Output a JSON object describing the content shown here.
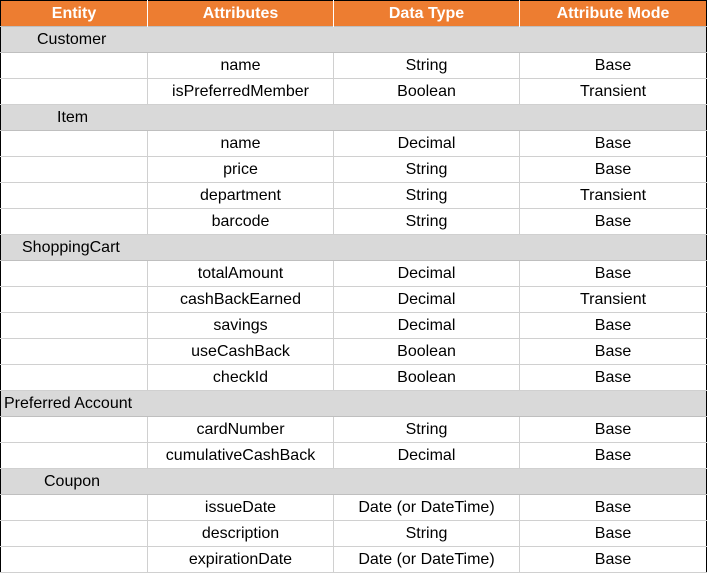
{
  "columns": [
    "Entity",
    "Attributes",
    "Data Type",
    "Attribute Mode"
  ],
  "colors": {
    "header_bg": "#ED7D31",
    "header_text": "#FFFFFF",
    "entity_row_bg": "#D9D9D9",
    "grid_line": "#D0D0D0"
  },
  "entities": [
    {
      "name": "Customer",
      "attributes": [
        {
          "attribute": "name",
          "data_type": "String",
          "mode": "Base"
        },
        {
          "attribute": "isPreferredMember",
          "data_type": "Boolean",
          "mode": "Transient"
        }
      ]
    },
    {
      "name": "Item",
      "attributes": [
        {
          "attribute": "name",
          "data_type": "Decimal",
          "mode": "Base"
        },
        {
          "attribute": "price",
          "data_type": "String",
          "mode": "Base"
        },
        {
          "attribute": "department",
          "data_type": "String",
          "mode": "Transient"
        },
        {
          "attribute": "barcode",
          "data_type": "String",
          "mode": "Base"
        }
      ]
    },
    {
      "name": "ShoppingCart",
      "attributes": [
        {
          "attribute": "totalAmount",
          "data_type": "Decimal",
          "mode": "Base"
        },
        {
          "attribute": "cashBackEarned",
          "data_type": "Decimal",
          "mode": "Transient"
        },
        {
          "attribute": "savings",
          "data_type": "Decimal",
          "mode": "Base"
        },
        {
          "attribute": "useCashBack",
          "data_type": "Boolean",
          "mode": "Base"
        },
        {
          "attribute": "checkId",
          "data_type": "Boolean",
          "mode": "Base"
        }
      ]
    },
    {
      "name": "Preferred Account",
      "attributes": [
        {
          "attribute": "cardNumber",
          "data_type": "String",
          "mode": "Base"
        },
        {
          "attribute": "cumulativeCashBack",
          "data_type": "Decimal",
          "mode": "Base"
        }
      ]
    },
    {
      "name": "Coupon",
      "attributes": [
        {
          "attribute": "issueDate",
          "data_type": "Date (or DateTime)",
          "mode": "Base"
        },
        {
          "attribute": "description",
          "data_type": "String",
          "mode": "Base"
        },
        {
          "attribute": "expirationDate",
          "data_type": "Date (or DateTime)",
          "mode": "Base"
        }
      ]
    }
  ]
}
